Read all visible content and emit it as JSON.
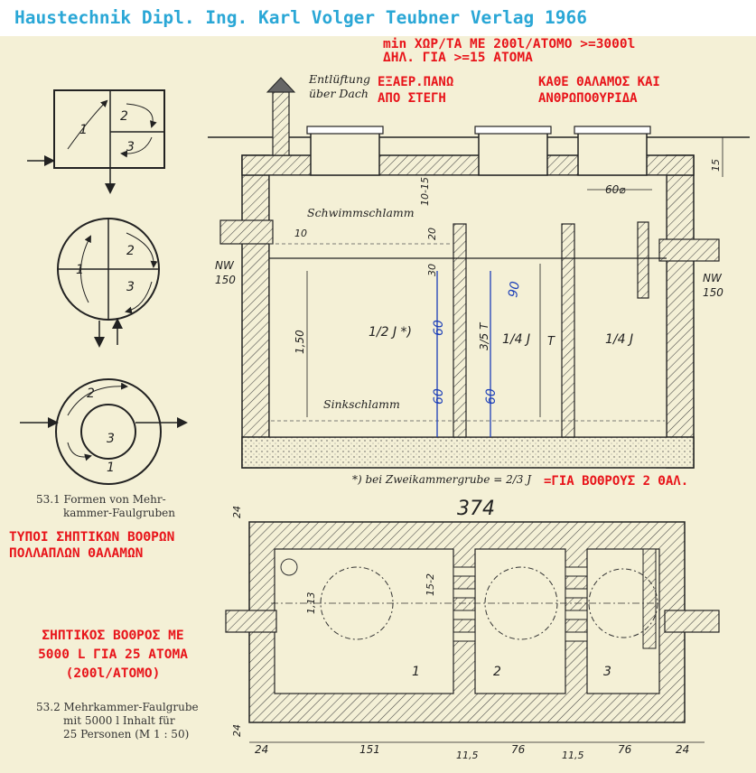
{
  "header": {
    "title": "Haustechnik Dipl. Ing. Karl Volger Teubner Verlag 1966",
    "color": "#2aa7d6"
  },
  "notes": {
    "top_line1": "min ΧΩΡ/ΤΑ ΜΕ 200l/ΑΤΟΜΟ >=3000l",
    "top_line2": "ΔΗΛ. ΓΙΑ >=15 ΑΤΟΜΑ",
    "vent_line1": "ΕΞΑΕΡ.ΠΑΝΩ",
    "vent_line2": "ΑΠΟ ΣΤΕΓΗ",
    "manhole_line1": "ΚΑΘΕ ΘΑΛΑΜΟΣ ΚΑΙ",
    "manhole_line2": "ΑΝΘΡΩΠΟΘΥΡΙΔΑ",
    "two_chamber": "=ΓΙΑ ΒΟΘΡΟΥΣ 2 ΘΑΛ.",
    "types_line1": "ΤΥΠΟΙ ΣΗΠΤΙΚΩΝ ΒΟΘΡΩΝ",
    "types_line2": "ΠΟΛΛΑΠΛΩΝ ΘΑΛΑΜΩΝ",
    "tank_line1": "ΣΗΠΤΙΚΟΣ ΒΟΘΡΟΣ ΜΕ",
    "tank_line2": "5000 L ΓΙΑ 25 ΑΤΟΜΑ",
    "tank_line3": "(200l/ΑΤΟΜΟ)",
    "red_color": "#e8141a"
  },
  "captions": {
    "fig1_line1": "53.1 Formen von Mehr-",
    "fig1_line2": "kammer-Faulgruben",
    "fig2_line1": "53.2 Mehrkammer-Faulgrube",
    "fig2_line2": "mit 5000 l Inhalt für",
    "fig2_line3": "25 Personen (M 1 : 50)"
  },
  "section": {
    "vent_label1": "Entlüftung",
    "vent_label2": "über Dach",
    "scum_label": "Schwimmschlamm",
    "sludge_label": "Sinkschlamm",
    "inlet_label1": "NW",
    "inlet_label2": "150",
    "outlet_label1": "NW",
    "outlet_label2": "150",
    "dim_60": "60⌀",
    "dim_15": "15",
    "dim_1015": "10-15",
    "dim_20": "20",
    "dim_30": "30",
    "dim_150": "1,50",
    "dim_10": "10",
    "frac_1": "1/2 J *)",
    "frac_2": "1/4 J",
    "frac_3": "1/4 J",
    "frac_35": "3/5 T",
    "dim_T": "T",
    "footnote": "*) bei Zweikammergrube = 2/3 J",
    "page_number": "374",
    "hand_90": "90",
    "hand_60a": "60",
    "hand_60b": "60",
    "hand_60c": "60"
  },
  "plan": {
    "dim_24_top": "24",
    "dim_24_bottom": "24",
    "dim_113": "1,13",
    "dim_152": "15-2",
    "chamber_1": "1",
    "chamber_2": "2",
    "chamber_3": "3",
    "bottom_dims": [
      "24",
      "151",
      "11,5",
      "76",
      "11,5",
      "76",
      "24"
    ]
  },
  "shapes": {
    "rect_labels": [
      "1",
      "2",
      "3"
    ],
    "circle_labels": [
      "1",
      "2",
      "3"
    ],
    "ring_labels": [
      "2",
      "3",
      "1"
    ]
  }
}
